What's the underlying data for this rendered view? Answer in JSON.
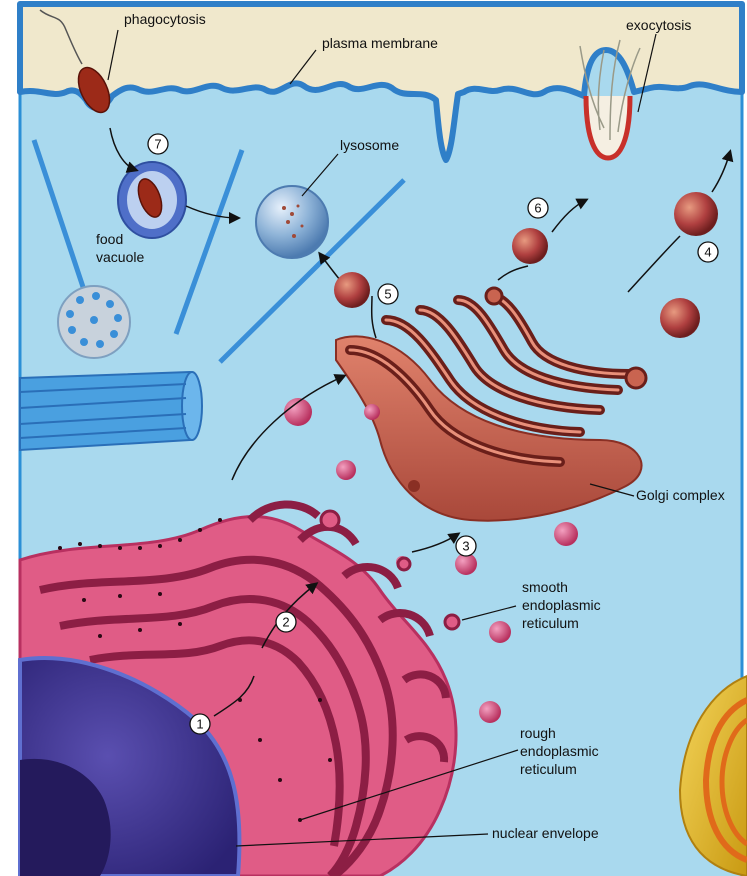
{
  "labels": {
    "phagocytosis": "phagocytosis",
    "plasma_membrane": "plasma membrane",
    "exocytosis": "exocytosis",
    "lysosome": "lysosome",
    "food_vacuole_line1": "food",
    "food_vacuole_line2": "vacuole",
    "golgi_complex": "Golgi complex",
    "smooth_er_line1": "smooth",
    "smooth_er_line2": "endoplasmic",
    "smooth_er_line3": "reticulum",
    "rough_er_line1": "rough",
    "rough_er_line2": "endoplasmic",
    "rough_er_line3": "reticulum",
    "nuclear_envelope": "nuclear envelope"
  },
  "steps": [
    "1",
    "2",
    "3",
    "4",
    "5",
    "6",
    "7"
  ],
  "colors": {
    "cytoplasm": "#a9d9ee",
    "membrane": "#2f7fc8",
    "golgi": "#c96450",
    "golgi_dark": "#6a1f1a",
    "rough_er": "#d9547c",
    "nucleus": "#3b2f8f",
    "vesicle": "#b04040",
    "lysosome": "#8fb4d8",
    "mitochondrion": "#e8c02a",
    "frame": "#2b8fd6"
  }
}
